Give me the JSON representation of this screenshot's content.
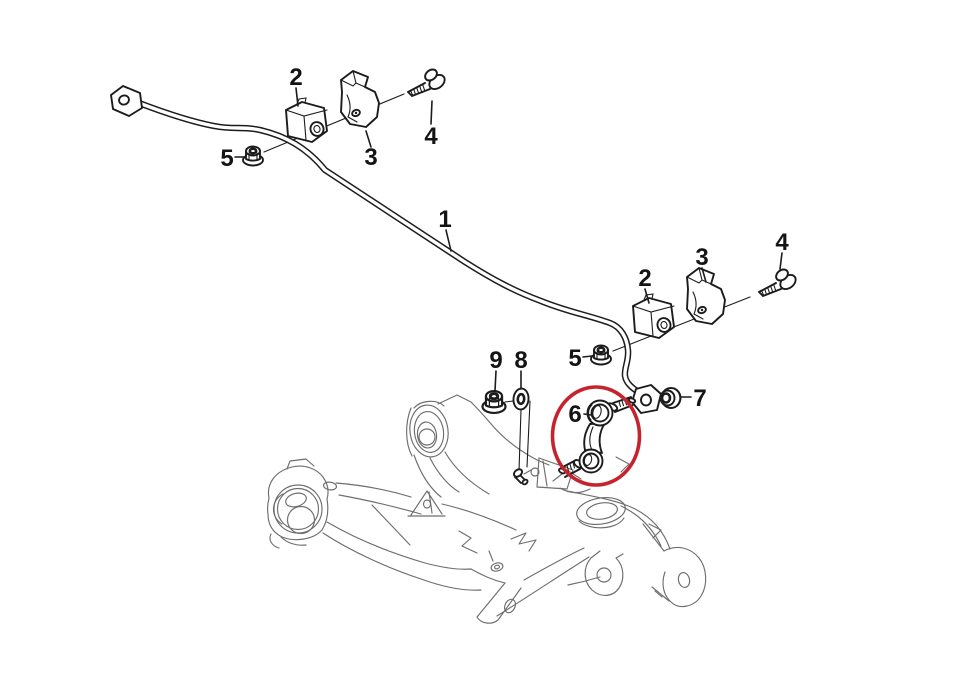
{
  "diagram": {
    "type": "exploded-parts-diagram",
    "subject": "rear-stabilizer-bar-with-link",
    "background_color": "#ffffff",
    "line_color": "#1c1c1c",
    "secondary_line_color": "#6e6e6e",
    "highlight": {
      "shape": "ellipse",
      "color": "#c5242e",
      "target_callout": "6"
    },
    "callouts": [
      {
        "id": "stabilizer-bar",
        "number": "1"
      },
      {
        "id": "rubber-mounting-left",
        "number": "2"
      },
      {
        "id": "bracket-left",
        "number": "3"
      },
      {
        "id": "bolt-left",
        "number": "4"
      },
      {
        "id": "nut-left",
        "number": "5"
      },
      {
        "id": "rubber-mounting-right",
        "number": "2"
      },
      {
        "id": "bracket-right",
        "number": "3"
      },
      {
        "id": "bolt-right",
        "number": "4"
      },
      {
        "id": "nut-right",
        "number": "5"
      },
      {
        "id": "stabilizer-link",
        "number": "6"
      },
      {
        "id": "link-nut",
        "number": "7"
      },
      {
        "id": "washer",
        "number": "8"
      },
      {
        "id": "stud-nut",
        "number": "9"
      }
    ]
  }
}
